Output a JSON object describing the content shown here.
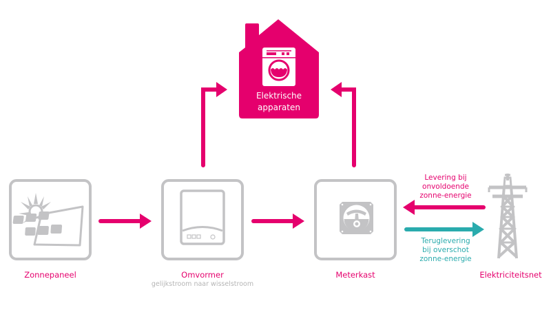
{
  "colors": {
    "accent": "#e5006d",
    "teal": "#2aabad",
    "icon_grey": "#c3c3c5",
    "subtext_grey": "#b5b5b5"
  },
  "house": {
    "icon": "washing-machine-icon",
    "label_line1": "Elektrische",
    "label_line2": "apparaten"
  },
  "nodes": [
    {
      "id": "zonnepaneel",
      "label": "Zonnepaneel",
      "icon": "solar-panel-icon"
    },
    {
      "id": "omvormer",
      "label": "Omvormer",
      "sublabel": "gelijkstroom naar wisselstroom",
      "icon": "inverter-icon"
    },
    {
      "id": "meterkast",
      "label": "Meterkast",
      "icon": "meter-icon"
    },
    {
      "id": "elektriciteitsnet",
      "label": "Elektriciteitsnet",
      "icon": "power-pylon-icon"
    }
  ],
  "flows": {
    "delivery": {
      "line1": "Levering bij",
      "line2": "onvoldoende",
      "line3": "zonne-energie"
    },
    "return": {
      "line1": "Teruglevering",
      "line2": "bij overschot",
      "line3": "zonne-energie"
    }
  }
}
